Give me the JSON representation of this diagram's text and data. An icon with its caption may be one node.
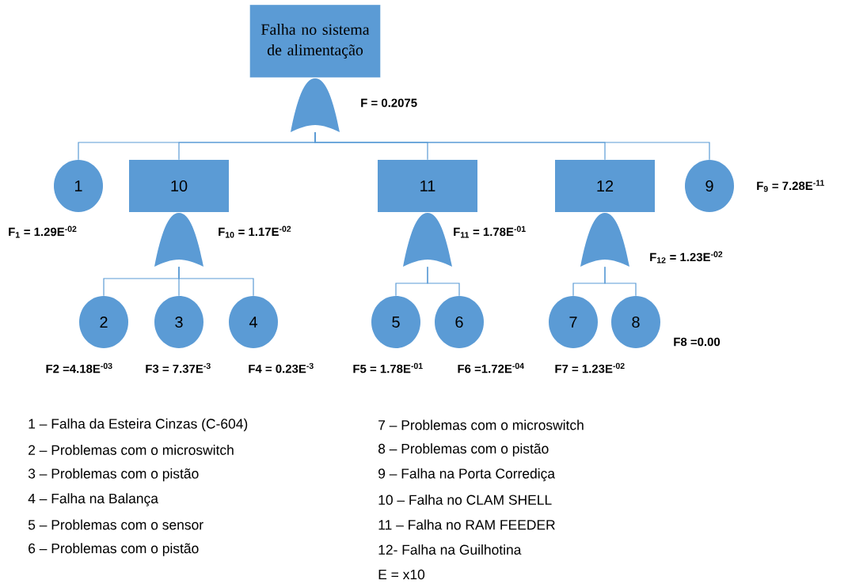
{
  "diagram": {
    "nodes": [
      {
        "text": [
          "Falha no sistema de alimentação"
        ]
      },
      {
        "text": [],
        "shape": "gate",
        "beside": [
          "F = 0.2075"
        ]
      },
      {
        "text": [
          "1"
        ],
        "beside": [
          "F$_{1}$ = 1.29E$^{-02}$"
        ]
      },
      {
        "text": [
          "10"
        ]
      },
      {
        "text": [],
        "shape": "gate",
        "beside": [
          "F$_{10}$ = 1.17E$^{-02}$"
        ]
      },
      {
        "text": [
          "11"
        ]
      },
      {
        "text": [],
        "shape": "gate",
        "beside": [
          "F$_{11}$ = 1.78E$^{-01}$"
        ]
      },
      {
        "text": [
          "12"
        ]
      },
      {
        "text": [],
        "shape": "gate",
        "beside": [
          "F$_{12}$ = 1.23E$^{-02}$"
        ]
      },
      {
        "text": [
          "9"
        ],
        "beside": [
          "F$_{9}$ = 7.28E$^{-11}$"
        ]
      },
      {
        "text": [
          "2"
        ],
        "beside": [
          "F2 =4.18E$^{-03}$"
        ]
      },
      {
        "text": [
          "3"
        ],
        "beside": [
          "F3 = 7.37E$^{-3}$"
        ]
      },
      {
        "text": [
          "4"
        ],
        "beside": [
          "F4 = 0.23E$^{-3}$"
        ]
      },
      {
        "text": [
          "5"
        ],
        "beside": [
          "F5 = 1.78E$^{-01}$"
        ]
      },
      {
        "text": [
          "6"
        ],
        "beside": [
          "F6 =1.72E$^{-04}$"
        ]
      },
      {
        "text": [
          "7"
        ],
        "beside": [
          "F7 = 1.23E$^{-02}$"
        ]
      },
      {
        "text": [
          "8"
        ],
        "beside": [
          "F8 =0.00"
        ]
      }
    ],
    "edges": [
      {
        "from": 1,
        "to": 2,
        "arrow": "none"
      },
      {
        "from": 1,
        "to": 3,
        "arrow": "none"
      },
      {
        "from": 1,
        "to": 5,
        "arrow": "none"
      },
      {
        "from": 1,
        "to": 7,
        "arrow": "none"
      },
      {
        "from": 1,
        "to": 9,
        "arrow": "none"
      },
      {
        "from": 4,
        "to": 10,
        "arrow": "none"
      },
      {
        "from": 4,
        "to": 11,
        "arrow": "none"
      },
      {
        "from": 4,
        "to": 12,
        "arrow": "none"
      },
      {
        "from": 6,
        "to": 13,
        "arrow": "none"
      },
      {
        "from": 6,
        "to": 14,
        "arrow": "none"
      },
      {
        "from": 8,
        "to": 15,
        "arrow": "none"
      },
      {
        "from": 8,
        "to": 16,
        "arrow": "none"
      }
    ],
    "labels": [
      "1 – Falha da Esteira Cinzas (C-604)",
      "2 – Problemas com o microswitch",
      "3 – Problemas com o pistão",
      "4 – Falha na Balança",
      "5 – Problemas com o sensor",
      "6 – Problemas com o pistão",
      "7 – Problemas com o microswitch",
      "8 – Problemas com o pistão",
      "9 – Falha na Porta Corrediça",
      "10 – Falha no CLAM SHELL",
      "11 – Falha no RAM FEEDER",
      "12- Falha na Guilhotina",
      "E = x10"
    ]
  }
}
